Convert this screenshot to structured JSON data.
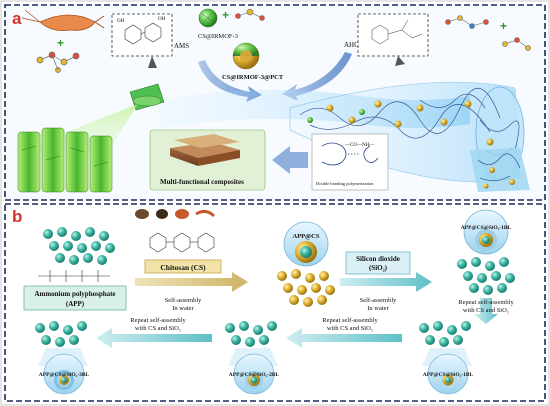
{
  "panel_a": {
    "letter": "a",
    "reagent_box": "AMS",
    "mof_label": "CS@IRMOF-3",
    "core_shell_label": "CS@IRMOF-3@PCT",
    "ahc_label": "AHC",
    "composite_label": "Multi-functional composites",
    "hbond_label": "Double bonding polymerization",
    "hbond_formula": "—CO—NH—",
    "oh_labels": [
      "OH",
      "OH"
    ]
  },
  "panel_b": {
    "letter": "b",
    "chitosan_label": "Chitosan (CS)",
    "app_label_line1": "Ammonium polyphosphate",
    "app_label_line2": "(APP)",
    "self_assembly_1_line1": "Self-assembly",
    "self_assembly_1_line2": "In water",
    "app_cs_bubble": "APP@CS",
    "silicon_label_line1": "Silicon dioxide",
    "silicon_label_line2": "(SiO₂)",
    "self_assembly_2_line1": "Self-assembly",
    "self_assembly_2_line2": "In water",
    "bubble_top_right": "APP@CS@SiO₂-1BL",
    "repeat_right_line1": "Repeat self-assembly",
    "repeat_right_line2": "with CS and SiO₂",
    "repeat_bottom_mid_line1": "Repeat self-assembly",
    "repeat_bottom_mid_line2": "with CS and SiO₂",
    "repeat_bottom_left_line1": "Repeat self-assembly",
    "repeat_bottom_left_line2": "with CS and SiO₂",
    "bubble_bottom_left": "APP@CS@SiO₂-3BL",
    "bubble_bottom_mid": "APP@CS@SiO₂-2BL",
    "bubble_bottom_right": "APP@CS@SiO₂-1BL"
  },
  "colors": {
    "panel_a_border": "#1b2a5a",
    "panel_b_border": "#1b2a5a",
    "panel_letter": "#d8322a",
    "arrow_blue": "#8fb0dc",
    "particle_teal": "#34a99a",
    "particle_gold": "#d9a826",
    "green_fiber": "#7dd13b"
  }
}
